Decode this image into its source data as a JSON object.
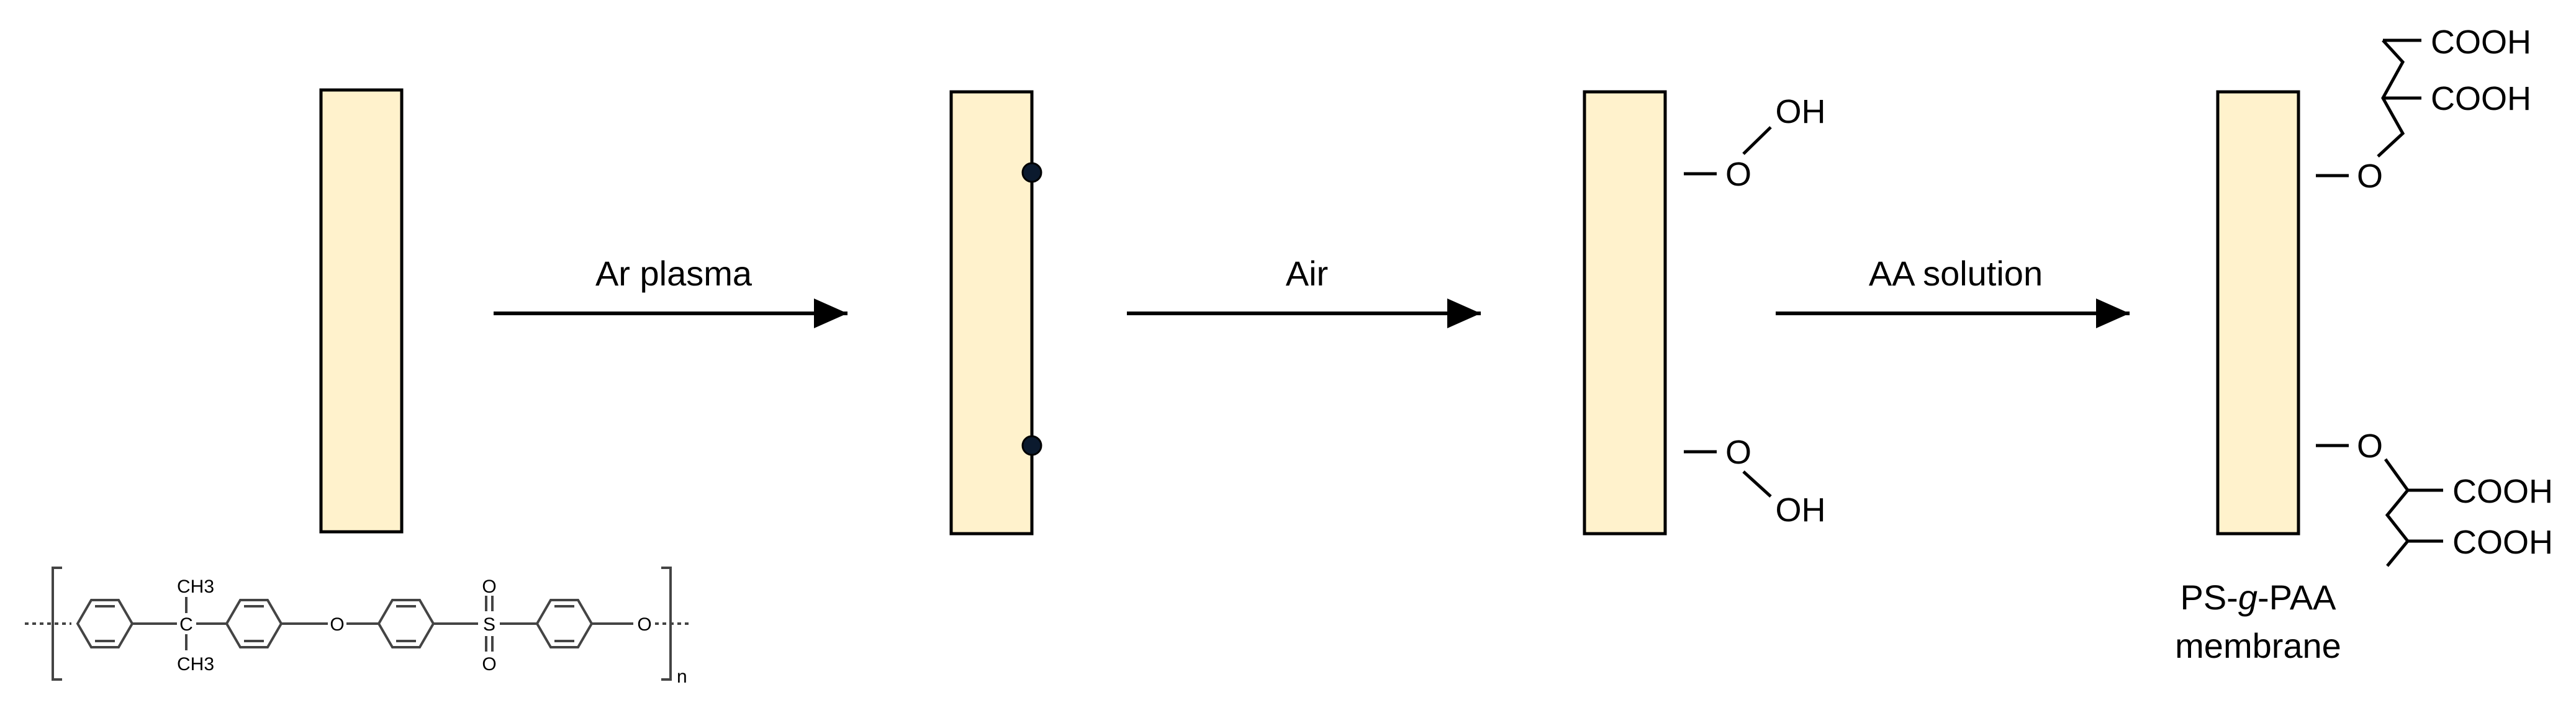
{
  "steps": [
    {
      "arrow_label": "Ar plasma"
    },
    {
      "arrow_label": "Air"
    },
    {
      "arrow_label": "AA solution"
    }
  ],
  "groups": {
    "oh": "OH",
    "o": "O",
    "cooh": "COOH"
  },
  "polymer": {
    "ch3": "CH3",
    "c": "C",
    "o": "O",
    "s": "S",
    "n": "n"
  },
  "product": {
    "label_prefix": "PS-",
    "label_italic": "g",
    "label_suffix": "-PAA",
    "label_line2": "membrane"
  },
  "colors": {
    "membrane_fill": "#fff2cc",
    "radical_dot": "#0b1a2e"
  }
}
